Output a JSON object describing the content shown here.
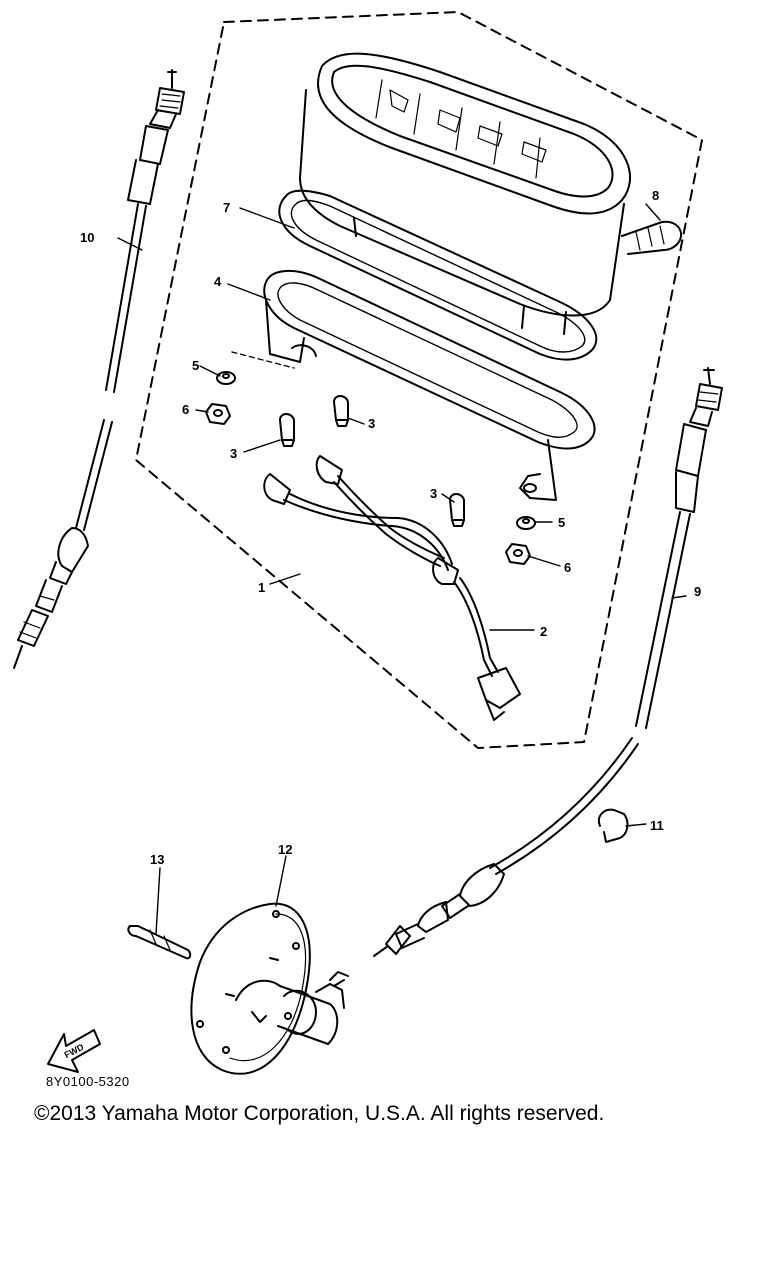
{
  "diagram": {
    "fwd_label": "FWD",
    "drawing_code": "8Y0100-5320",
    "copyright": "©2013 Yamaha Motor Corporation, U.S.A. All rights reserved.",
    "callouts": {
      "c1": "1",
      "c2": "2",
      "c3a": "3",
      "c3b": "3",
      "c3c": "3",
      "c4": "4",
      "c5a": "5",
      "c5b": "5",
      "c6a": "6",
      "c6b": "6",
      "c7": "7",
      "c8": "8",
      "c9": "9",
      "c10": "10",
      "c11": "11",
      "c12": "12",
      "c13": "13"
    }
  }
}
